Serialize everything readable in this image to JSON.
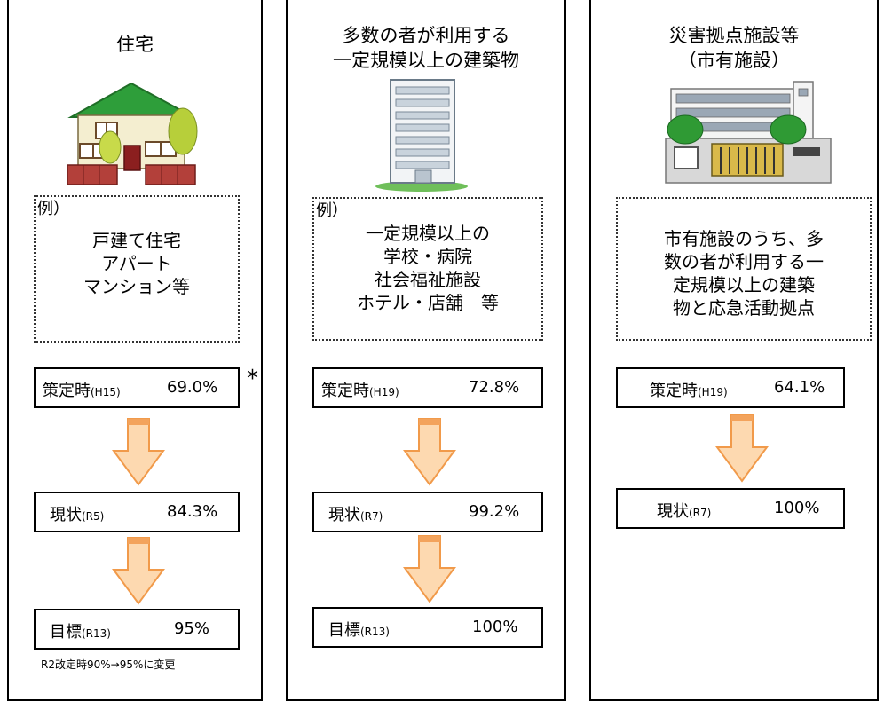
{
  "columns": [
    {
      "title_lines": [
        "住宅"
      ],
      "example_prefix": "例）",
      "example_lines": [
        "戸建て住宅",
        "アパート",
        "マンション等"
      ],
      "asterisk": "*",
      "stats": [
        {
          "label": "策定時",
          "period": "(H15)",
          "value": "69.0%"
        },
        {
          "label": "現状",
          "period": "(R5)",
          "value": "84.3%"
        },
        {
          "label": "目標",
          "period": "(R13)",
          "value": "95%"
        }
      ],
      "note": "R2改定時90%→95%に変更"
    },
    {
      "title_lines": [
        "多数の者が利用する",
        "一定規模以上の建築物"
      ],
      "example_prefix": "例）",
      "example_lines": [
        "一定規模以上の",
        "学校・病院",
        "社会福祉施設",
        "ホテル・店舗　等"
      ],
      "stats": [
        {
          "label": "策定時",
          "period": "(H19)",
          "value": "72.8%"
        },
        {
          "label": "現状",
          "period": "(R7)",
          "value": "99.2%"
        },
        {
          "label": "目標",
          "period": "(R13)",
          "value": "100%"
        }
      ]
    },
    {
      "title_lines": [
        "災害拠点施設等",
        "（市有施設）"
      ],
      "example_lines": [
        "市有施設のうち、多",
        "数の者が利用する一",
        "定規模以上の建築",
        "物と応急活動拠点"
      ],
      "stats": [
        {
          "label": "策定時",
          "period": "(H19)",
          "value": "64.1%"
        },
        {
          "label": "現状",
          "period": "(R7)",
          "value": "100%"
        }
      ]
    }
  ],
  "colors": {
    "arrow_fill": "#fdd9b0",
    "arrow_stroke": "#f19a4a",
    "arrow_top": "#f3a35c"
  }
}
